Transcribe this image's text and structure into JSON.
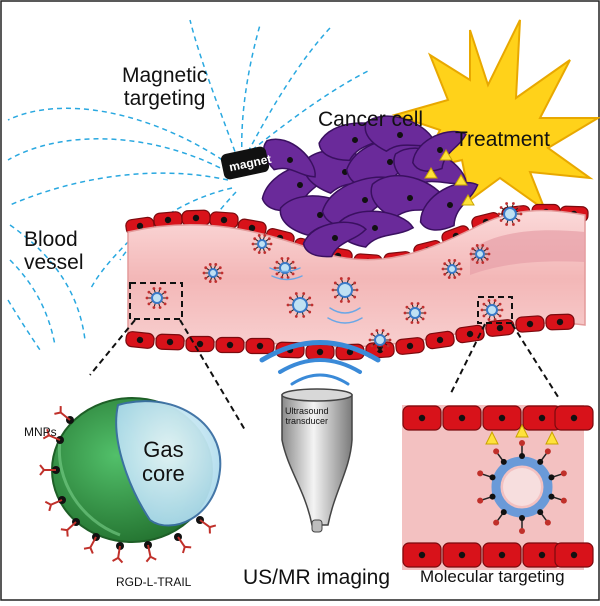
{
  "labels": {
    "magnetic_targeting_line1": "Magnetic",
    "magnetic_targeting_line2": "targeting",
    "magnet": "magnet",
    "cancer_cell": "Cancer cell",
    "treatment": "Treatment",
    "blood_vessel_line1": "Blood",
    "blood_vessel_line2": "vessel",
    "mnps": "MNPs",
    "gas_core_line1": "Gas",
    "gas_core_line2": "core",
    "rgd_trail": "RGD-L-TRAIL",
    "ultrasound_line1": "Ultrasound",
    "ultrasound_line2": "transducer",
    "us_mr_imaging": "US/MR imaging",
    "molecular_targeting": "Molecular targeting"
  },
  "colors": {
    "vessel_fill": "#f4c4c4",
    "red_cell": "#d8121a",
    "cancer_cell": "#6a2a9a",
    "bubble_shell": "#2f8a3a",
    "bubble_core": "#bfe6f2",
    "sun": "#ffd21a",
    "field_lines": "#29a8e0",
    "wave": "#3a8ad8"
  },
  "icons": {
    "magnet": "magnet-icon",
    "transducer": "ultrasound-transducer-icon",
    "treatment": "starburst-icon"
  }
}
